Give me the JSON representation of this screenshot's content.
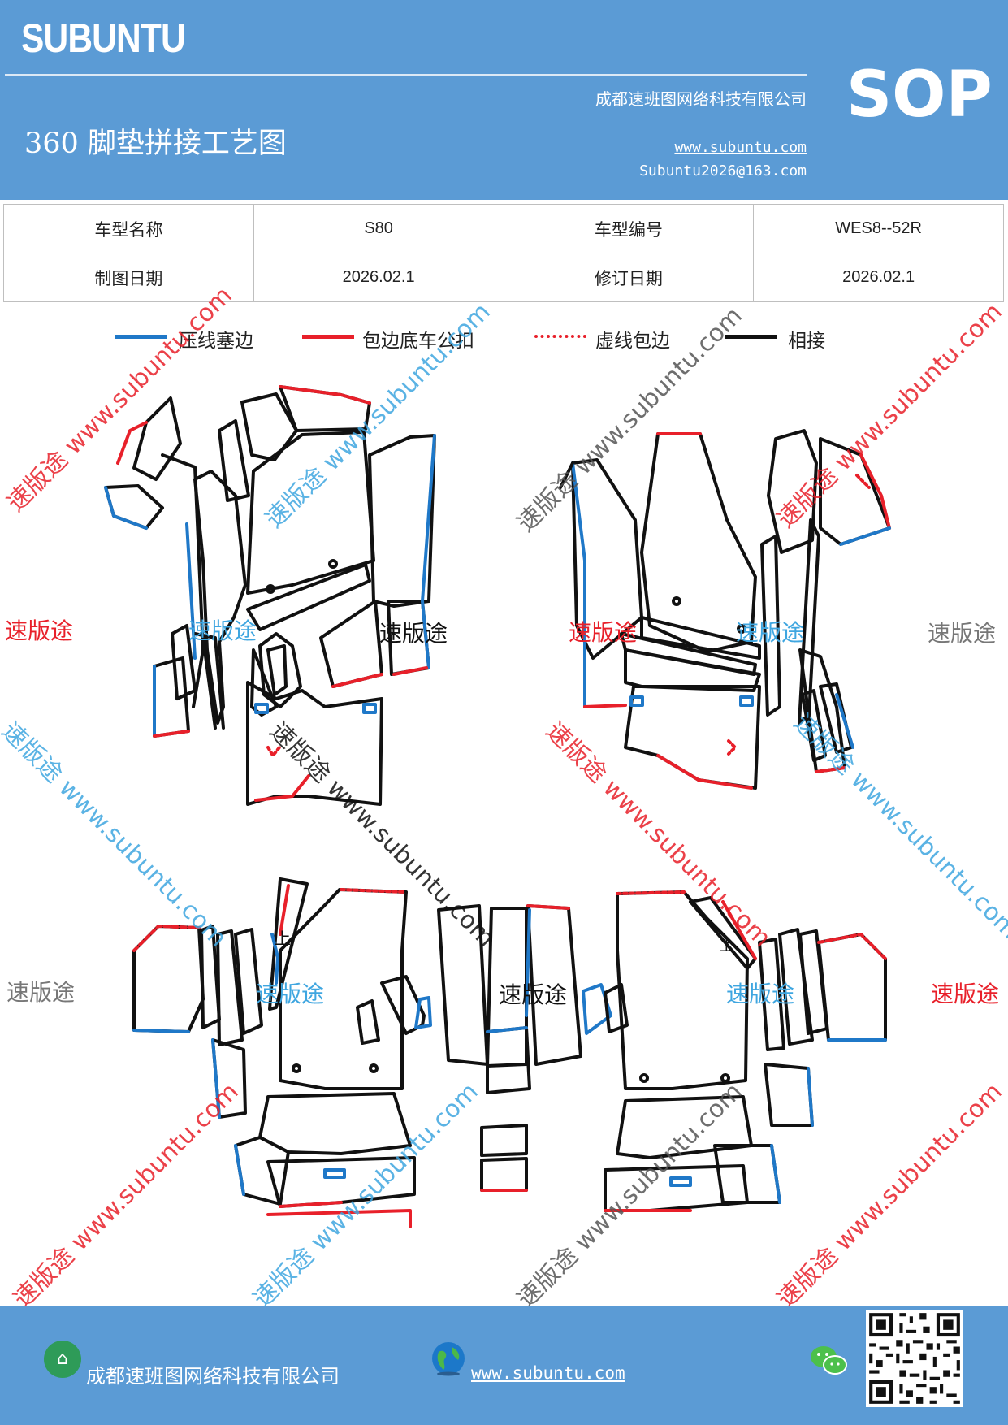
{
  "header": {
    "brand": "SUBUNTU",
    "company": "成都速班图网络科技有限公司",
    "title": "360 脚垫拼接工艺图",
    "url": "www.subuntu.com",
    "email": "Subuntu2026@163.com",
    "badge": "SOP"
  },
  "info_table": {
    "rows": [
      {
        "label1": "车型名称",
        "value1": "S80",
        "label2": "车型编号",
        "value2": "WES8--52R"
      },
      {
        "label1": "制图日期",
        "value1": "2026.02.1",
        "label2": "修订日期",
        "value2": "2026.02.1"
      }
    ]
  },
  "legend": {
    "items": [
      {
        "label": "压线塞边",
        "color": "#1f78c8",
        "style": "solid"
      },
      {
        "label": "包边底车公扣",
        "color": "#e8202a",
        "style": "solid"
      },
      {
        "label": "虚线包边",
        "color": "#e8202a",
        "style": "dotted"
      },
      {
        "label": "相接",
        "color": "#111111",
        "style": "solid"
      }
    ]
  },
  "watermarks": {
    "diagonal": "速版途 www.subuntu.com",
    "short": "速版途"
  },
  "drawing": {
    "piece_marks": [
      "上",
      "上"
    ]
  },
  "footer": {
    "company": "成都速班图网络科技有限公司",
    "url": "www.subuntu.com",
    "icons": [
      "house-icon",
      "globe-icon",
      "wechat-icon",
      "qr-code"
    ]
  }
}
